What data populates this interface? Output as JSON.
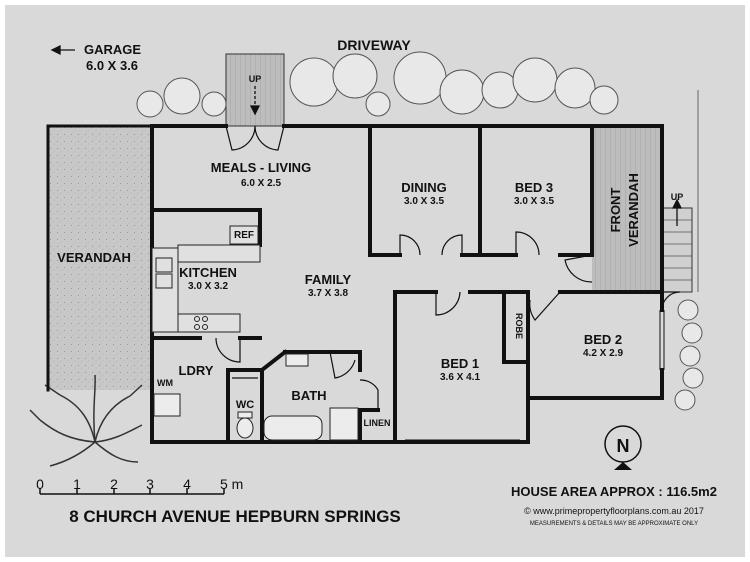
{
  "garage": {
    "name": "GARAGE",
    "size": "6.0 X 3.6"
  },
  "driveway": "DRIVEWAY",
  "up_rear": "UP",
  "up_front": "UP",
  "rooms": {
    "meals_living": {
      "name": "MEALS - LIVING",
      "size": "6.0 X 2.5"
    },
    "dining": {
      "name": "DINING",
      "size": "3.0 X 3.5"
    },
    "bed3": {
      "name": "BED 3",
      "size": "3.0 X 3.5"
    },
    "front_verandah": {
      "line1": "FRONT",
      "line2": "VERANDAH"
    },
    "verandah": "VERANDAH",
    "ref": "REF",
    "kitchen": {
      "name": "KITCHEN",
      "size": "3.0 X 3.2"
    },
    "family": {
      "name": "FAMILY",
      "size": "3.7 X 3.8"
    },
    "bed1": {
      "name": "BED 1",
      "size": "3.6 X 4.1"
    },
    "robe": "ROBE",
    "bed2": {
      "name": "BED 2",
      "size": "4.2 X 2.9"
    },
    "ldry": "LDRY",
    "wm": "WM",
    "wc": "WC",
    "bath": "BATH",
    "linen": "LINEN"
  },
  "compass": "N",
  "scale": {
    "ticks": [
      "0",
      "1",
      "2",
      "3",
      "4",
      "5 m"
    ]
  },
  "house_area": "HOUSE AREA APPROX : 116.5m2",
  "address": "8 CHURCH AVENUE HEPBURN SPRINGS",
  "copyright": "© www.primepropertyfloorplans.com.au 2017",
  "disclaimer": "MEASUREMENTS & DETAILS MAY BE APPROXIMATE ONLY",
  "colors": {
    "background": "#d9d9d9",
    "wall": "#111111",
    "verandah_fill": "#c4c4c4",
    "deck_fill": "#bdbdbd"
  }
}
